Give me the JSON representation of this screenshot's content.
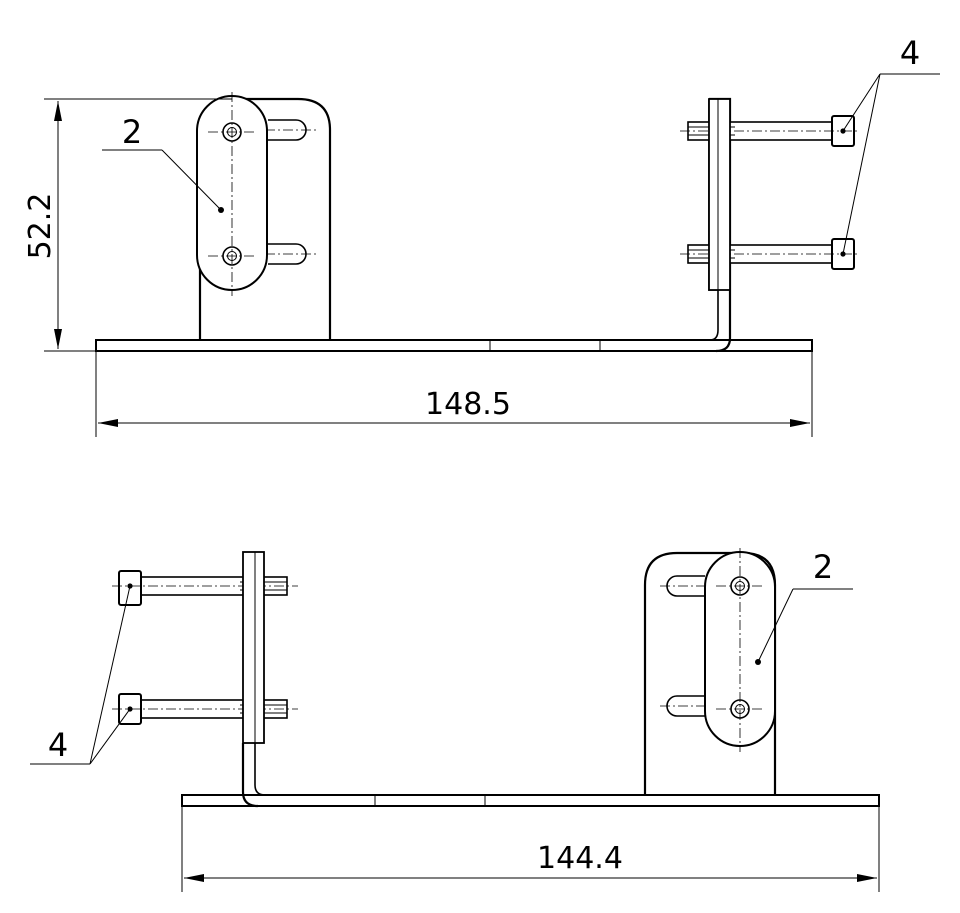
{
  "views": [
    {
      "id": "top",
      "dimensions": {
        "overall_length": "148.5",
        "height": "52.2"
      },
      "callouts": {
        "bracket": "2",
        "screws": "4"
      }
    },
    {
      "id": "bottom",
      "dimensions": {
        "overall_length": "144.4"
      },
      "callouts": {
        "bracket": "2",
        "screws": "4"
      }
    }
  ]
}
